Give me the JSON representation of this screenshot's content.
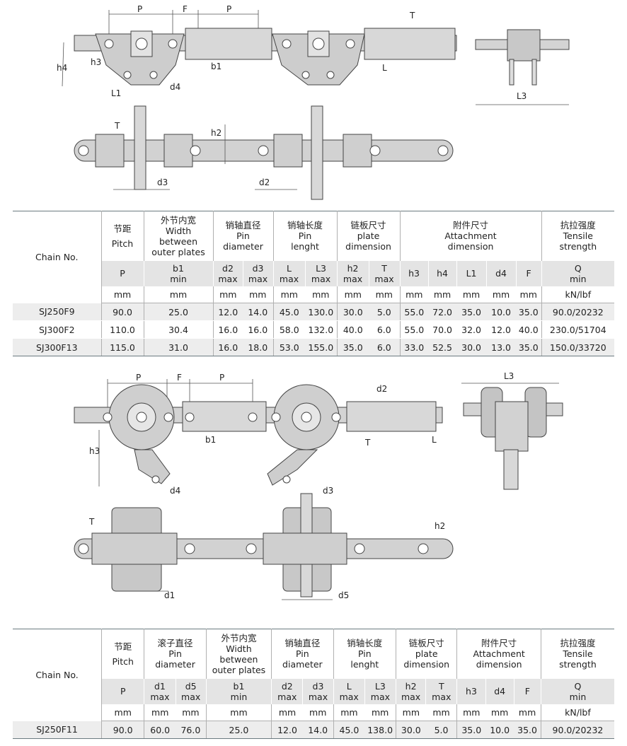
{
  "drawing1": {
    "labels": {
      "P": "P",
      "F": "F",
      "T": "T",
      "h4": "h4",
      "h3": "h3",
      "b1": "b1",
      "L1": "L1",
      "d4": "d4",
      "L": "L",
      "L3": "L3",
      "h2": "h2",
      "d3": "d3",
      "d2": "d2"
    }
  },
  "table1": {
    "chain_header": "Chain No.",
    "groups": [
      {
        "cn": "节距",
        "en": [
          "Pitch"
        ]
      },
      {
        "cn": "外节内宽",
        "en": [
          "Width",
          "between",
          "outer plates"
        ]
      },
      {
        "cn": "销轴直径",
        "en": [
          "Pin",
          "diameter"
        ]
      },
      {
        "cn": "销轴长度",
        "en": [
          "Pin",
          "lenght"
        ]
      },
      {
        "cn": "链板尺寸",
        "en": [
          "plate",
          "dimension"
        ]
      },
      {
        "cn": "附件尺寸",
        "en": [
          "Attachment",
          "dimension"
        ]
      },
      {
        "cn": "抗拉强度",
        "en": [
          "Tensile",
          "strength"
        ]
      }
    ],
    "symbols": [
      {
        "s": "P",
        "q": ""
      },
      {
        "s": "b1",
        "q": "min"
      },
      {
        "s": "d2",
        "q": "max"
      },
      {
        "s": "d3",
        "q": "max"
      },
      {
        "s": "L",
        "q": "max"
      },
      {
        "s": "L3",
        "q": "max"
      },
      {
        "s": "h2",
        "q": "max"
      },
      {
        "s": "T",
        "q": "max"
      },
      {
        "s": "h3",
        "q": ""
      },
      {
        "s": "h4",
        "q": ""
      },
      {
        "s": "L1",
        "q": ""
      },
      {
        "s": "d4",
        "q": ""
      },
      {
        "s": "F",
        "q": ""
      },
      {
        "s": "Q",
        "q": "min"
      }
    ],
    "units": [
      "mm",
      "mm",
      "mm",
      "mm",
      "mm",
      "mm",
      "mm",
      "mm",
      "mm",
      "mm",
      "mm",
      "mm",
      "mm",
      "kN/lbf"
    ],
    "rows": [
      [
        "SJ250F9",
        "90.0",
        "25.0",
        "12.0",
        "14.0",
        "45.0",
        "130.0",
        "30.0",
        "5.0",
        "55.0",
        "72.0",
        "35.0",
        "10.0",
        "35.0",
        "90.0/20232"
      ],
      [
        "SJ300F2",
        "110.0",
        "30.4",
        "16.0",
        "16.0",
        "58.0",
        "132.0",
        "40.0",
        "6.0",
        "55.0",
        "70.0",
        "32.0",
        "12.0",
        "40.0",
        "230.0/51704"
      ],
      [
        "SJ300F13",
        "115.0",
        "31.0",
        "16.0",
        "18.0",
        "53.0",
        "155.0",
        "35.0",
        "6.0",
        "33.0",
        "52.5",
        "30.0",
        "13.0",
        "35.0",
        "150.0/33720"
      ]
    ]
  },
  "drawing2": {
    "labels": {
      "P": "P",
      "F": "F",
      "d2": "d2",
      "L3": "L3",
      "b1": "b1",
      "h3": "h3",
      "T": "T",
      "L": "L",
      "d4": "d4",
      "d3": "d3",
      "h2": "h2",
      "d1": "d1",
      "d5": "d5"
    }
  },
  "table2": {
    "chain_header": "Chain No.",
    "groups": [
      {
        "cn": "节距",
        "en": [
          "Pitch"
        ]
      },
      {
        "cn": "滚子直径",
        "en": [
          "Pin",
          "diameter"
        ]
      },
      {
        "cn": "外节内宽",
        "en": [
          "Width",
          "between",
          "outer plates"
        ]
      },
      {
        "cn": "销轴直径",
        "en": [
          "Pin",
          "diameter"
        ]
      },
      {
        "cn": "销轴长度",
        "en": [
          "Pin",
          "lenght"
        ]
      },
      {
        "cn": "链板尺寸",
        "en": [
          "plate",
          "dimension"
        ]
      },
      {
        "cn": "附件尺寸",
        "en": [
          "Attachment",
          "dimension"
        ]
      },
      {
        "cn": "抗拉强度",
        "en": [
          "Tensile",
          "strength"
        ]
      }
    ],
    "symbols": [
      {
        "s": "P",
        "q": ""
      },
      {
        "s": "d1",
        "q": "max"
      },
      {
        "s": "d5",
        "q": "max"
      },
      {
        "s": "b1",
        "q": "min"
      },
      {
        "s": "d2",
        "q": "max"
      },
      {
        "s": "d3",
        "q": "max"
      },
      {
        "s": "L",
        "q": "max"
      },
      {
        "s": "L3",
        "q": "max"
      },
      {
        "s": "h2",
        "q": "max"
      },
      {
        "s": "T",
        "q": "max"
      },
      {
        "s": "h3",
        "q": ""
      },
      {
        "s": "d4",
        "q": ""
      },
      {
        "s": "F",
        "q": ""
      },
      {
        "s": "Q",
        "q": "min"
      }
    ],
    "units": [
      "mm",
      "mm",
      "mm",
      "mm",
      "mm",
      "mm",
      "mm",
      "mm",
      "mm",
      "mm",
      "mm",
      "mm",
      "mm",
      "kN/lbf"
    ],
    "rows": [
      [
        "SJ250F11",
        "90.0",
        "60.0",
        "76.0",
        "25.0",
        "12.0",
        "14.0",
        "45.0",
        "138.0",
        "30.0",
        "5.0",
        "35.0",
        "10.0",
        "35.0",
        "90.0/20232"
      ]
    ]
  }
}
